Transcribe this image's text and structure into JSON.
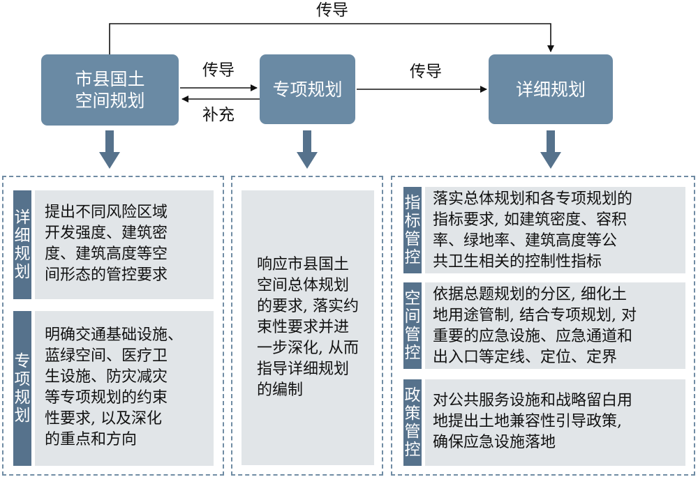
{
  "nodes": {
    "county": "市县国土\n空间规划",
    "special": "专项规划",
    "detailed": "详细规划"
  },
  "edges": {
    "top_conduct": "传导",
    "county_to_special": "传导",
    "special_to_county": "补充",
    "special_to_detailed": "传导"
  },
  "left_panel": {
    "rows": [
      {
        "tag": "详\n细\n规\n划",
        "text": "提出不同风险区域\n开发强度、建筑密\n度、建筑高度等空\n间形态的管控要求"
      },
      {
        "tag": "专\n项\n规\n划",
        "text": "明确交通基础设施、\n蓝绿空间、医疗卫\n生设施、防灾减灾\n等专项规划的约束\n性要求, 以及深化\n的重点和方向"
      }
    ]
  },
  "center_panel": {
    "text": "响应市县国土\n空间总体规划\n的要求, 落实约\n束性要求并进\n一步深化, 从而\n指导详细规划\n的编制"
  },
  "right_panel": {
    "rows": [
      {
        "tag": "指\n标\n管\n控",
        "text": "落实总体规划和各专项规划的\n指标要求, 如建筑密度、容积\n率、绿地率、建筑高度等公\n共卫生相关的控制性指标"
      },
      {
        "tag": "空\n间\n管\n控",
        "text": "依据总题规划的分区, 细化土\n地用途管制, 结合专项规划, 对\n重要的应急设施、应急通道和\n出入口等定线、定位、定界"
      },
      {
        "tag": "政\n策\n管\n控",
        "text": "对公共服务设施和战略留白用\n地提出土地兼容性引导政策,\n确保应急设施落地"
      }
    ]
  },
  "colors": {
    "node_fill": "#6a8aa4",
    "tag_fill": "#56728c",
    "content_fill": "#e1e5e8",
    "dash": "#6f8ba3",
    "arrow": "#56728c"
  }
}
